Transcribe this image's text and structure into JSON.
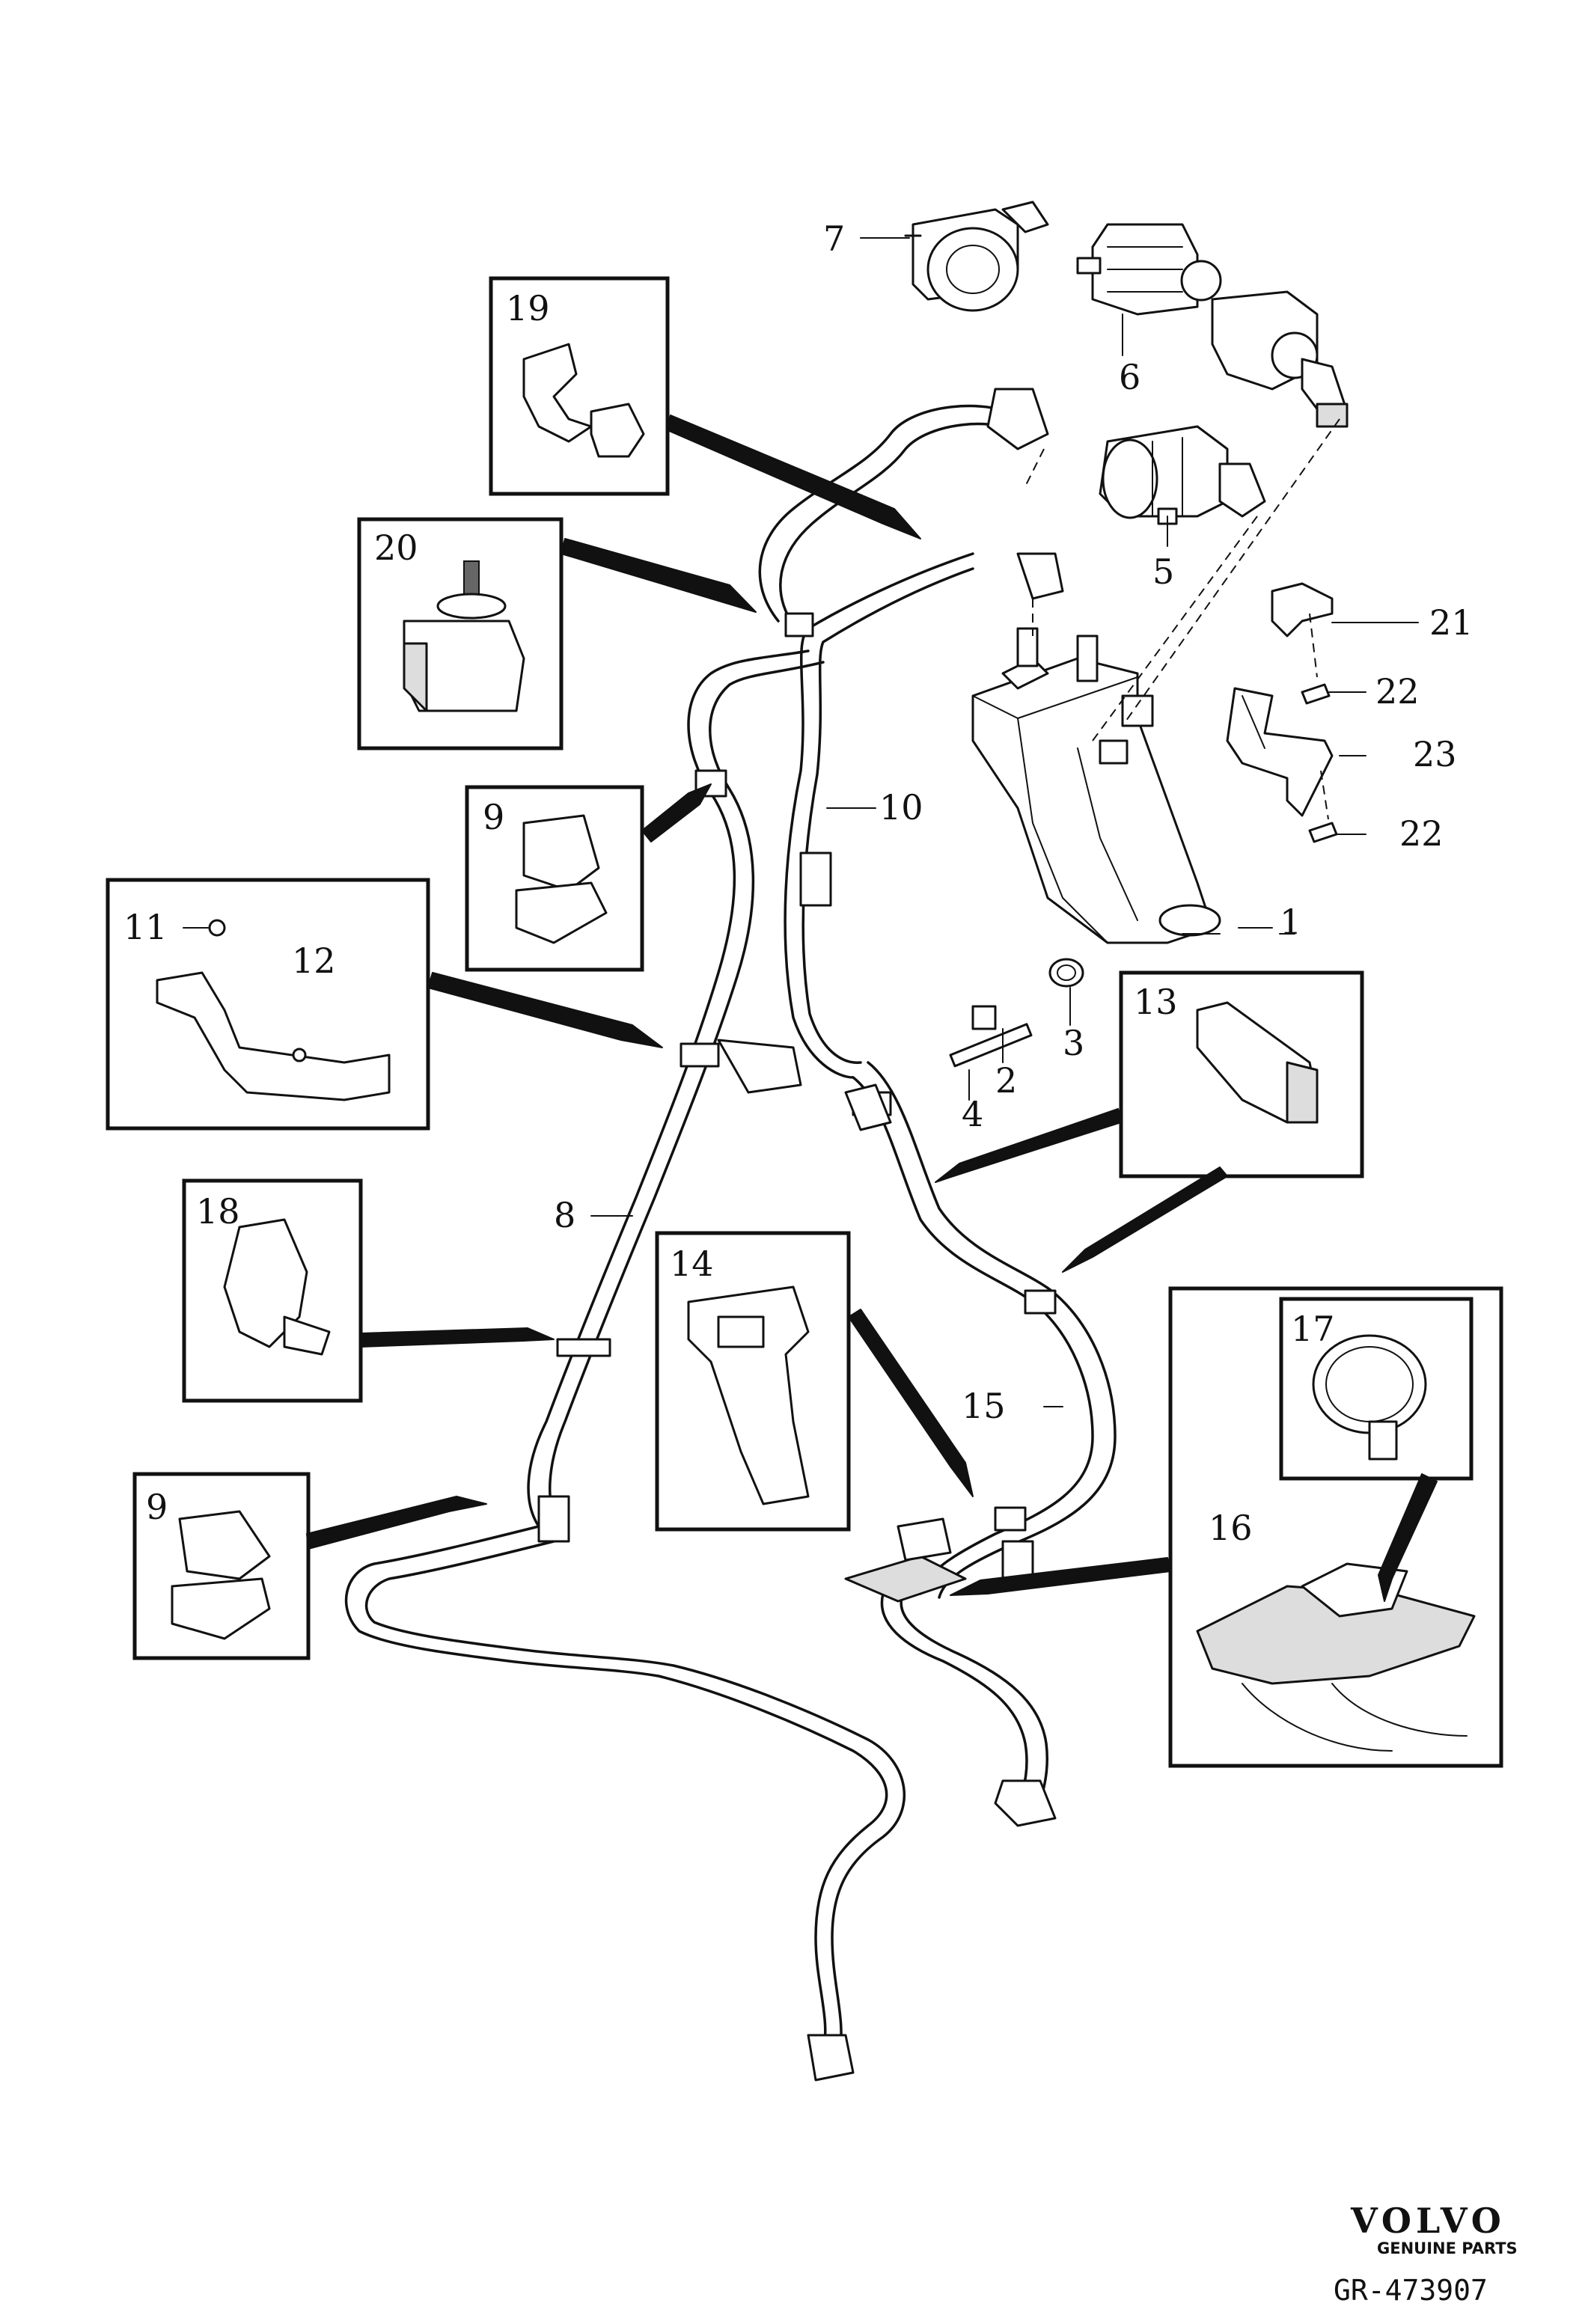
{
  "labels": {
    "l1": "1",
    "l2": "2",
    "l3": "3",
    "l4": "4",
    "l5": "5",
    "l6": "6",
    "l7": "7",
    "l8": "8",
    "l9a": "9",
    "l9b": "9",
    "l10": "10",
    "l11": "11",
    "l12": "12",
    "l13": "13",
    "l14": "14",
    "l15": "15",
    "l16": "16",
    "l17": "17",
    "l18": "18",
    "l19": "19",
    "l20": "20",
    "l21": "21",
    "l22a": "22",
    "l22b": "22",
    "l23": "23"
  },
  "brand": {
    "name": "VOLVO",
    "tagline": "GENUINE PARTS",
    "reference": "GR-473907"
  }
}
